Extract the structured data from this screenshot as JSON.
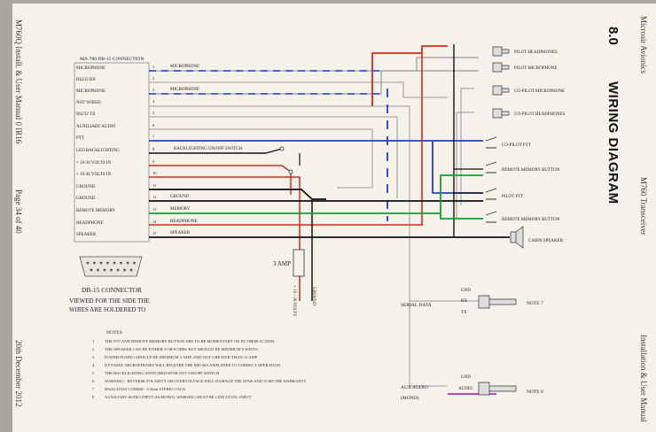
{
  "page": {
    "section_number": "8.0",
    "section_title": "WIRING DIAGRAM",
    "header_left": "Microair Avionics",
    "header_center": "M760 Transceiver",
    "header_right": "Installation & User Manual",
    "footer_left": "M760Q Install. & User Manual 0 IR16",
    "footer_center": "Page 34 of 40",
    "footer_right": "20th December 2012"
  },
  "connector": {
    "title": "MA-760 DB-15 CONNECTION",
    "pins": [
      {
        "num": "1",
        "label": "MICROPHONE",
        "wire": "MICROPHONE"
      },
      {
        "num": "2",
        "label": "RS232 RX",
        "wire": ""
      },
      {
        "num": "3",
        "label": "MICROPHONE",
        "wire": "MICROPHONE"
      },
      {
        "num": "4",
        "label": "NOT WIRED",
        "wire": ""
      },
      {
        "num": "5",
        "label": "RS232 TX",
        "wire": ""
      },
      {
        "num": "6",
        "label": "AUXILIARY AUDIO",
        "wire": ""
      },
      {
        "num": "7",
        "label": "PTT",
        "wire": ""
      },
      {
        "num": "8",
        "label": "LED BACKLIGHTING",
        "wire": "BACKLIGHTING ON/OFF SWITCH"
      },
      {
        "num": "9",
        "label": "+ 10-36 VOLTS IN",
        "wire": ""
      },
      {
        "num": "10",
        "label": "+ 10-36 VOLTS IN",
        "wire": ""
      },
      {
        "num": "11",
        "label": "GROUND",
        "wire": ""
      },
      {
        "num": "12",
        "label": "GROUND",
        "wire": "GROUND"
      },
      {
        "num": "13",
        "label": "REMOTE MEMORY",
        "wire": "MEMORY"
      },
      {
        "num": "14",
        "label": "HEADPHONE",
        "wire": "HEADPHONE"
      },
      {
        "num": "15",
        "label": "SPEAKER",
        "wire": "SPEAKER"
      }
    ],
    "db15_caption": "DB-15 CONNECTOR",
    "db15_note_1": "VIEWED FOR THE SIDE THE",
    "db15_note_2": "WIRES ARE SOLDERED TO"
  },
  "devices": {
    "pilot_headphones": "PILOT HEADPHONES",
    "pilot_microphone": "PILOT MICROPHONE",
    "copilot_microphone": "CO-PILOT MICROPHONE",
    "copilot_headphones": "CO-PILOT HEADPHONES",
    "copilot_ptt": "CO-PILOT PTT",
    "remote_memory_button_1": "REMOTE MEMORY BUTTON",
    "pilot_ptt": "PILOT PTT",
    "remote_memory_button_2": "REMOTE MEMORY BUTTON",
    "cabin_speaker": "CABIN SPEAKER",
    "fuse": "3 AMP",
    "power_positive": "+ 10 - 36 VOLTS",
    "power_ground": "GROUND",
    "serial_data": "SERIAL DATA",
    "serial_gnd": "GND",
    "serial_rx": "RX",
    "serial_tx": "TX",
    "note7": "NOTE 7",
    "aux_audio": "AUX AUDIO",
    "aux_mono": "(MONO)",
    "aux_gnd": "GND",
    "aux_audio_pin": "AUDIO",
    "note8": "NOTE 8"
  },
  "notes": {
    "title": "NOTES",
    "items": [
      {
        "num": "1",
        "text": "THE PTT AND REMOTE MEMORY BUTTON ARE TO BE MOMENTARY ON IN THEIR ACTION"
      },
      {
        "num": "2",
        "text": "THE SPEAKER CAN BE EITHER 4 OR 8 OHM, BUT SHOULD BE MINIMUM 5 WATTS"
      },
      {
        "num": "3",
        "text": "POWER FUSING SHOULD BE MINIMUM 3 AMP, AND NOT GREATER THAN 10 AMP"
      },
      {
        "num": "4",
        "text": "DYNAMIC MICROPHONES WILL REQUIRE THE MD-40A AMPLIFIER TO CORRECT OPERATION"
      },
      {
        "num": "5",
        "text": "THE BACKLIGHTING SWITCHED WITH OUT ON/OFF SWITCH"
      },
      {
        "num": "6",
        "text": "WARNING - REVERSE POLARITY OR OVERVOLTAGE WILL DAMAGE THE M760 AND VOID THE WARRANTY"
      },
      {
        "num": "7",
        "text": "RS232 DATA COMMS - 3.5mm STEREO JACK"
      },
      {
        "num": "8",
        "text": "AUXILIARY AUDIO INPUT (IS MONO). WARNING MUST BE LINE LEVEL INPUT"
      }
    ]
  },
  "colors": {
    "red": "#d62a17",
    "blue": "#1f3fd2",
    "green": "#159d3a",
    "black": "#111111",
    "gray": "#9a9a9a",
    "purple": "#b02ec4"
  }
}
